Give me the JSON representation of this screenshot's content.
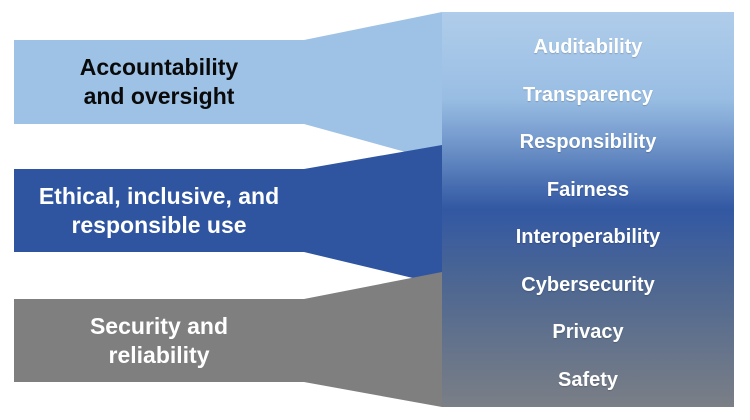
{
  "colors": {
    "accountability_band": "#9ec2e6",
    "ethical_band": "#2f55a1",
    "security_band": "#7f7f7f",
    "principles_top": "#9ec2e6",
    "principles_mid": "#2f55a1",
    "principles_bottom": "#7b7f86",
    "left_dark_text": "#0a0a0a",
    "principle_text": "#ffffff"
  },
  "domains": [
    {
      "label": "Accountability\nand oversight"
    },
    {
      "label": "Ethical, inclusive, and\nresponsible use"
    },
    {
      "label": "Security and\nreliability"
    }
  ],
  "principles": [
    "Auditability",
    "Transparency",
    "Responsibility",
    "Fairness",
    "Interoperability",
    "Cybersecurity",
    "Privacy",
    "Safety"
  ]
}
